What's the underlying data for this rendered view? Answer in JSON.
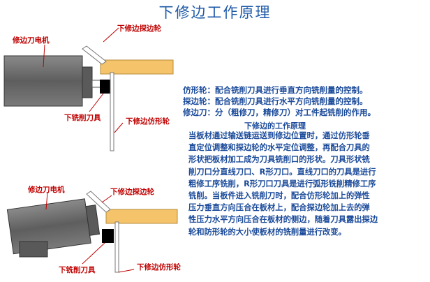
{
  "title": "下修边工作原理",
  "labels": {
    "motor_top": "修边刀电机",
    "probe_top": "下修边探边轮",
    "cutter_top": "下铣削刀具",
    "profile_top": "下修边仿形轮",
    "motor_bottom": "修边刀电机",
    "probe_bottom": "下修边探边轮",
    "cutter_bottom": "下铣削刀具",
    "profile_bottom": "下修边仿形轮"
  },
  "descriptions": [
    "仿形轮：配合铣削刀具进行垂直方向铣削量的控制。",
    "探边轮：配合铣削刀具进行水平方向铣削量的控制。",
    "修边刀：分（粗修刀，精修刀）对工件起铣削的作用。"
  ],
  "subtitle": "下修边的工作原理",
  "paragraph_lines": [
    "当板材通过输送链运送到修边位置时，通过仿形轮垂",
    "直定位调整和探边轮的水平定位调整，再配合刀具的",
    "形状把板材加工成为刀具铣削口的形状。刀具形状铣",
    "削刀口分直线刀口、R形刀口。直线刀口的刀具是进行",
    "粗修工序铣削，R形刀口刀具是进行弧形铣削精修工序",
    "铣削。当板件进入铣削刀时，配合仿形轮加上的弹性",
    "压力垂直方向压合在板材上，配合探边轮加上去的弹",
    "性压力水平方向压合在板材的侧边，随着刀具露出探边",
    "轮和防形轮的大小使板材的铣削量进行改变。"
  ],
  "colors": {
    "title": "#1f5aa8",
    "label": "#c00000",
    "text": "#1a4a9a",
    "motor_body": "#6f6f6f",
    "board": "#f5c46a",
    "cutter": "#000000"
  }
}
